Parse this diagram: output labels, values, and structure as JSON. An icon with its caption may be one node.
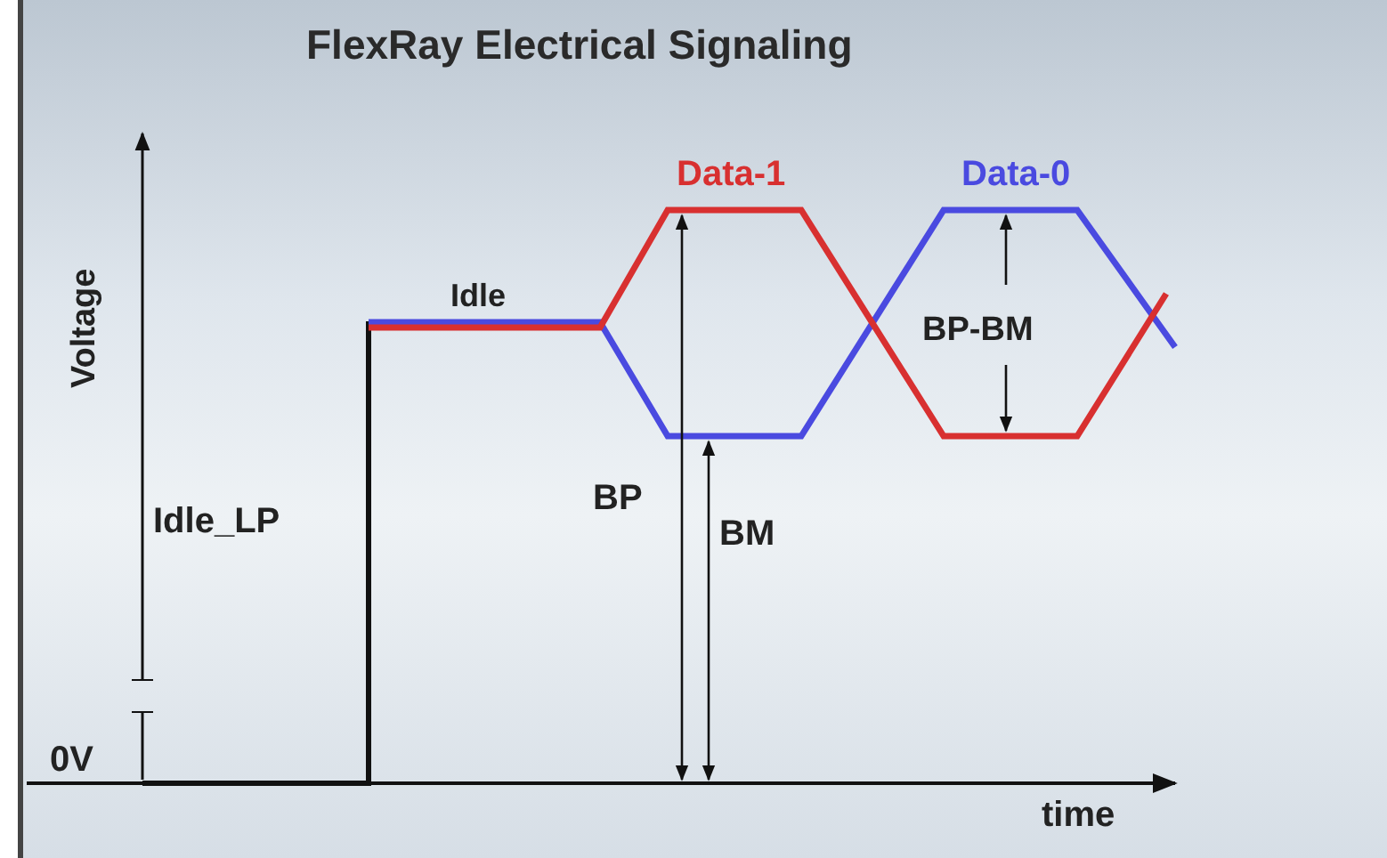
{
  "diagram": {
    "title": "FlexRay Electrical Signaling",
    "labels": [
      "Voltage",
      "Idle",
      "Data-1",
      "Data-0",
      "BP-BM",
      "Idle_LP",
      "BP",
      "BM",
      "0V",
      "time"
    ]
  }
}
